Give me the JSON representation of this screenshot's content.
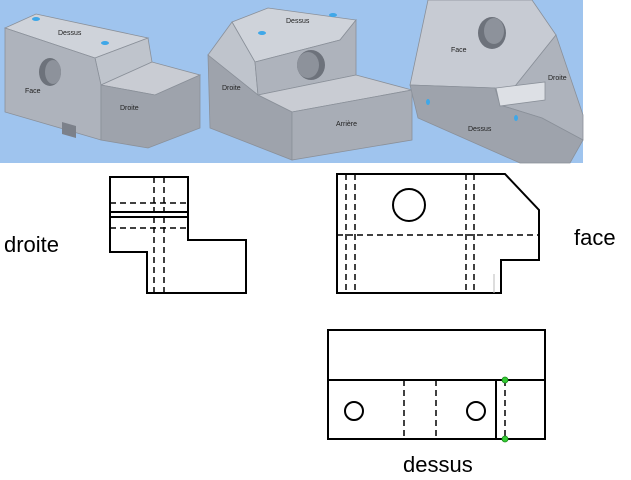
{
  "isometric_views": [
    {
      "name": "view-1",
      "faces": {
        "top": "Dessus",
        "front": "Face",
        "right": "Droite"
      }
    },
    {
      "name": "view-2",
      "faces": {
        "top": "Dessus",
        "left": "Droite",
        "back": "Arrière"
      }
    },
    {
      "name": "view-3",
      "faces": {
        "front": "Face",
        "right": "Droite",
        "bottom": "Dessus"
      }
    }
  ],
  "projections": {
    "right_label": "droite",
    "front_label": "face",
    "top_label": "dessus"
  },
  "colors": {
    "banner_bg": "#9fc4ee",
    "face_light": "#c7cbd3",
    "face_mid": "#aeb3bc",
    "face_dark": "#8f949e",
    "line": "#000000",
    "marker": "#33cc33"
  }
}
